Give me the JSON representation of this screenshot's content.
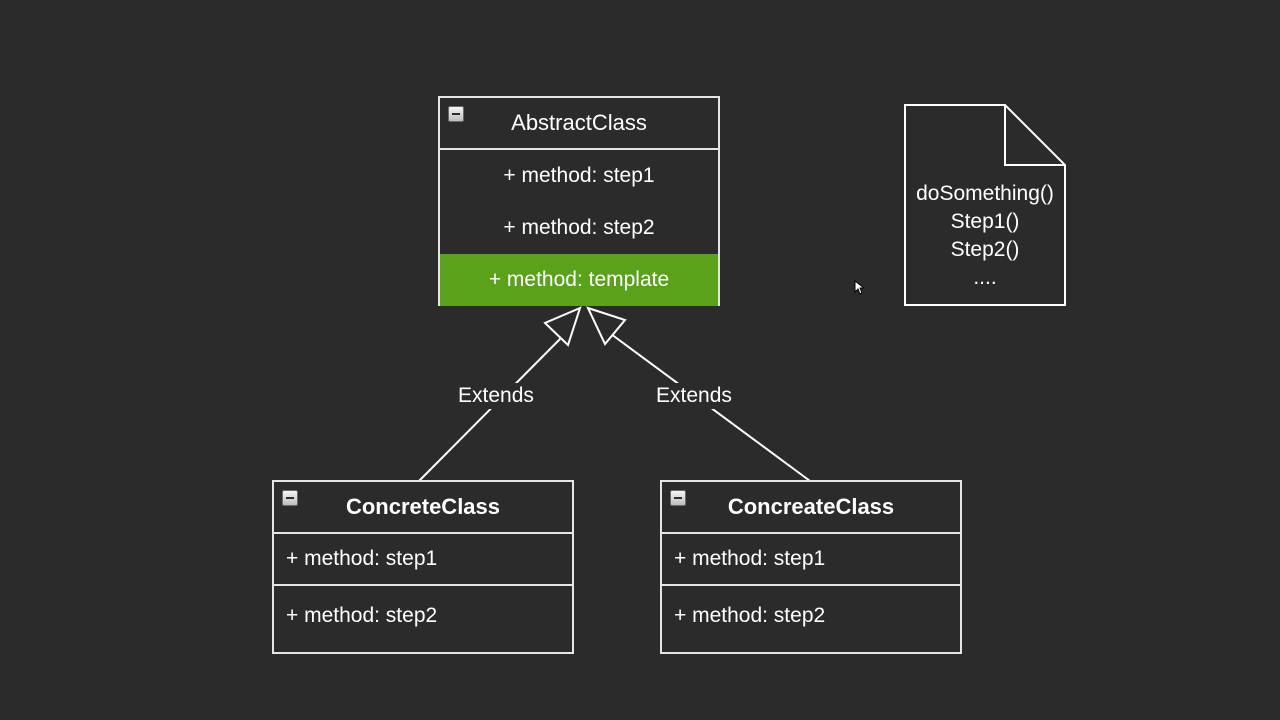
{
  "abstract_class": {
    "name": "AbstractClass",
    "members": [
      "+ method: step1",
      "+ method: step2"
    ],
    "template_member": "+ method: template",
    "highlight_color": "#5aa21a"
  },
  "concrete_left": {
    "name": "ConcreteClass",
    "members": [
      "+ method: step1",
      "+ method: step2"
    ]
  },
  "concrete_right": {
    "name": "ConcreateClass",
    "members": [
      "+ method: step1",
      "+ method: step2"
    ]
  },
  "edges": {
    "left_label": "Extends",
    "right_label": "Extends"
  },
  "note": {
    "lines": [
      "doSomething()",
      "Step1()",
      "Step2()",
      "...."
    ]
  },
  "icons": {
    "collapse": "collapse-minus-icon",
    "cursor": "mouse-pointer-icon",
    "arrow": "inheritance-arrow-icon"
  }
}
